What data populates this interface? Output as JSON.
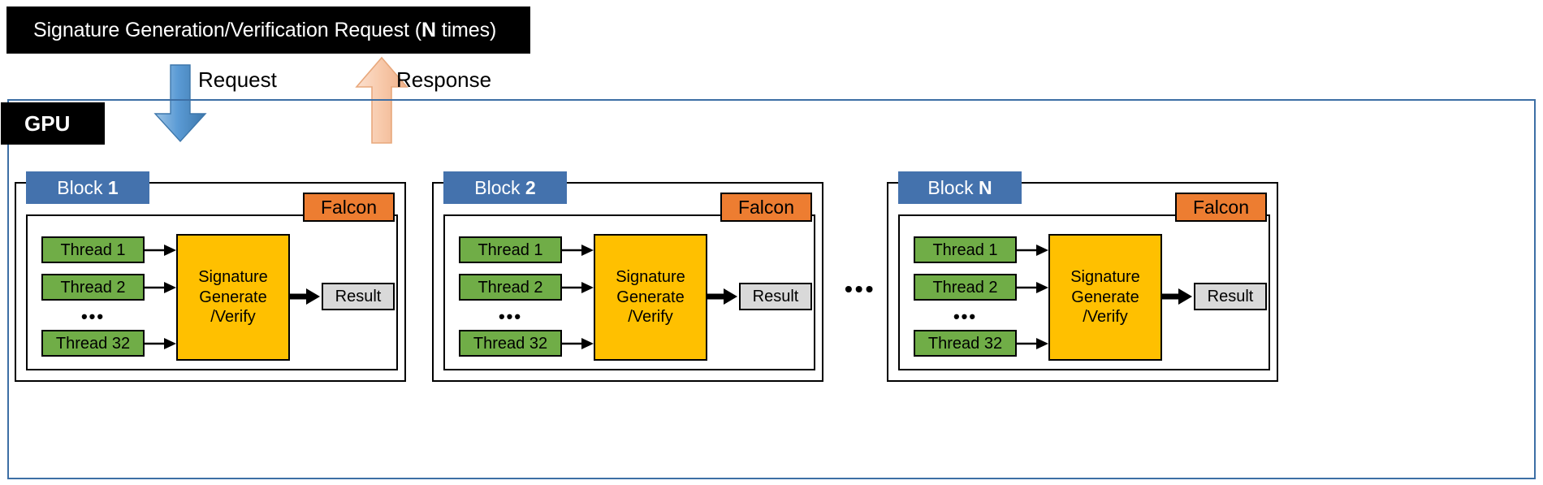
{
  "header": {
    "request_bar_text_prefix": "Signature Generation/Verification Request (",
    "request_bar_bold": "N",
    "request_bar_text_suffix": " times)",
    "request_bar_full": "Signature Generation/Verification Request (N times)"
  },
  "gpu": {
    "label": "GPU"
  },
  "arrows": {
    "request_label": "Request",
    "response_label": "Response",
    "request_arrow_color": "#5b9bd5",
    "response_arrow_color": "#f8cbad"
  },
  "inter_block_ellipsis": "•••",
  "blocks": [
    {
      "tag_prefix": "Block ",
      "tag_bold": "1",
      "accelerator": "Falcon",
      "threads": [
        "Thread 1",
        "Thread 2"
      ],
      "thread_ellipsis": "•••",
      "thread_last": "Thread 32",
      "core_lines": [
        "Signature",
        "Generate",
        "/Verify"
      ],
      "result": "Result"
    },
    {
      "tag_prefix": "Block ",
      "tag_bold": "2",
      "accelerator": "Falcon",
      "threads": [
        "Thread 1",
        "Thread 2"
      ],
      "thread_ellipsis": "•••",
      "thread_last": "Thread 32",
      "core_lines": [
        "Signature",
        "Generate",
        "/Verify"
      ],
      "result": "Result"
    },
    {
      "tag_prefix": "Block ",
      "tag_bold": "N",
      "accelerator": "Falcon",
      "threads": [
        "Thread 1",
        "Thread 2"
      ],
      "thread_ellipsis": "•••",
      "thread_last": "Thread 32",
      "core_lines": [
        "Signature",
        "Generate",
        "/Verify"
      ],
      "result": "Result"
    }
  ],
  "colors": {
    "block_tag": "#4472ad",
    "falcon": "#ed7d31",
    "thread": "#70ad47",
    "core": "#ffc000",
    "result": "#d9d9d9",
    "gpu_border": "#3d6fa5",
    "bar_black": "#000000"
  }
}
